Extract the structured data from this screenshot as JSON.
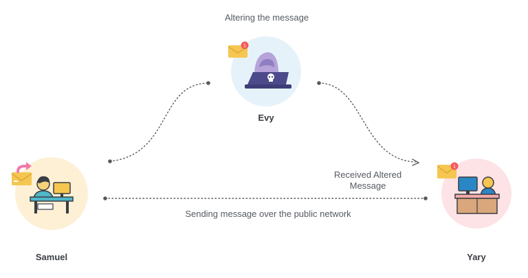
{
  "labels": {
    "altering": "Altering the message",
    "received_line1": "Received Altered",
    "received_line2": "Message",
    "sending": "Sending message over the public network"
  },
  "actors": {
    "sender": {
      "name": "Samuel"
    },
    "attacker": {
      "name": "Evy",
      "badge": "1"
    },
    "receiver": {
      "name": "Yary",
      "badge": "1"
    }
  },
  "colors": {
    "sender_circle": "#fdf0d5",
    "attacker_circle": "#e6f2fa",
    "receiver_circle": "#fde3e5",
    "dotted_line": "#555a60",
    "envelope": "#f5c650",
    "badge": "#f25a5a",
    "arrow_pink": "#f07aa8"
  },
  "icons": {
    "sender": "person-at-desk-icon",
    "attacker": "hacker-laptop-icon",
    "receiver": "person-at-counter-icon",
    "envelope": "envelope-icon",
    "forward": "forward-arrow-icon"
  }
}
